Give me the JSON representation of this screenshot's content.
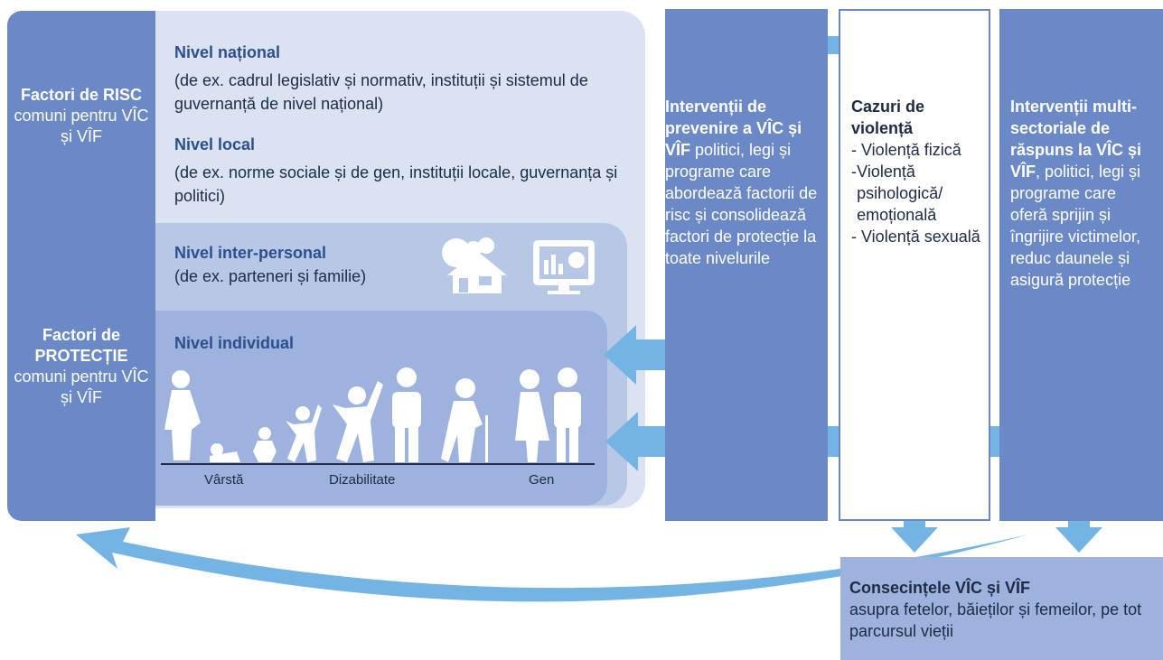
{
  "risk_column": {
    "risk_bold": "Factori de RISC",
    "risk_rest": " comuni pentru VÎC și VÎF",
    "protect_bold": "Factori de PROTECȚIE",
    "protect_rest": " comuni pentru VÎC și VÎF"
  },
  "levels": {
    "national": {
      "title": "Nivel național",
      "text": "(de ex. cadrul legislativ și normativ, instituții și sistemul de guvernanță de nivel național)"
    },
    "local": {
      "title": "Nivel local",
      "text": "(de ex. norme sociale și de gen, instituții locale, guvernanța și politici)"
    },
    "interpersonal": {
      "title": "Nivel inter-personal",
      "text": "(de ex. parteneri și familie)"
    },
    "individual": {
      "title": "Nivel individual",
      "axis_labels": [
        "Vârstă",
        "Dizabilitate",
        "Gen"
      ]
    }
  },
  "prevention": {
    "bold": "Intervenții de prevenire a VÎC și VÎF",
    "rest": "politici, legi și programe care abordează factorii de risc și consolidează factori de protecție la toate nivelurile"
  },
  "cases": {
    "title": "Cazuri de violență",
    "items": [
      "Violență fizică",
      "Violență psihologică/ emoțională",
      "Violență sexuală"
    ]
  },
  "response": {
    "bold": "Intervenții multi-sectoriale de răspuns la VÎC și VÎF",
    "rest": ", politici, legi și programe care oferă sprijin și îngrijire victimelor, reduc daunele și asigură protecție"
  },
  "consequences": {
    "bold": "Consecințele VÎC și VÎF",
    "rest": "asupra fetelor, băieților și femeilor, pe tot parcursul vieții"
  },
  "icons": [
    "family-house-icon",
    "data-monitor-icon",
    "pregnant-woman-icon",
    "crawling-baby-icon",
    "toddler-icon",
    "child-jumping-icon",
    "teen-jumping-icon",
    "adult-man-icon",
    "elderly-cane-icon",
    "woman-icon",
    "man-icon"
  ],
  "colors": {
    "dark_blue": "#6a89c6",
    "arrow": "#74b4e4",
    "title_blue": "#2c4f8e",
    "level1": "#dbe3f3",
    "level2": "#b7c8e7",
    "level3": "#9db3de"
  }
}
